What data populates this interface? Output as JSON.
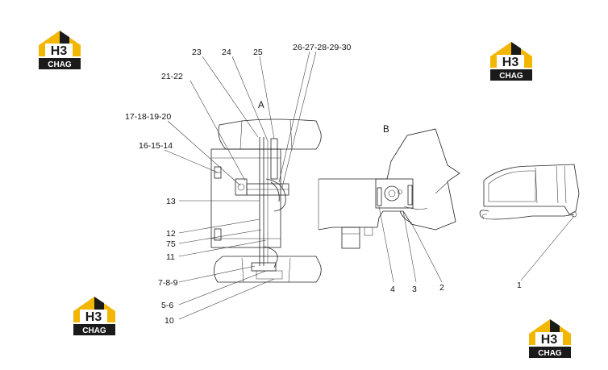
{
  "logo": {
    "text": "CHAG",
    "mark": "H3",
    "colors": {
      "accent": "#f2b705",
      "dark": "#1a1a1a",
      "white": "#ffffff"
    }
  },
  "labels": {
    "l23": "23",
    "l24": "24",
    "l25": "25",
    "l26": "26-27-28-29-30",
    "l2122": "21-22",
    "lA": "A",
    "l17": "17-18-19-20",
    "lB": "B",
    "l16": "16-15-14",
    "l13": "13",
    "l12": "12",
    "l75": "75",
    "l11": "11",
    "l789": "7-8-9",
    "l56": "5-6",
    "l10": "10",
    "l4": "4",
    "l3": "3",
    "l2": "2",
    "l1": "1"
  }
}
